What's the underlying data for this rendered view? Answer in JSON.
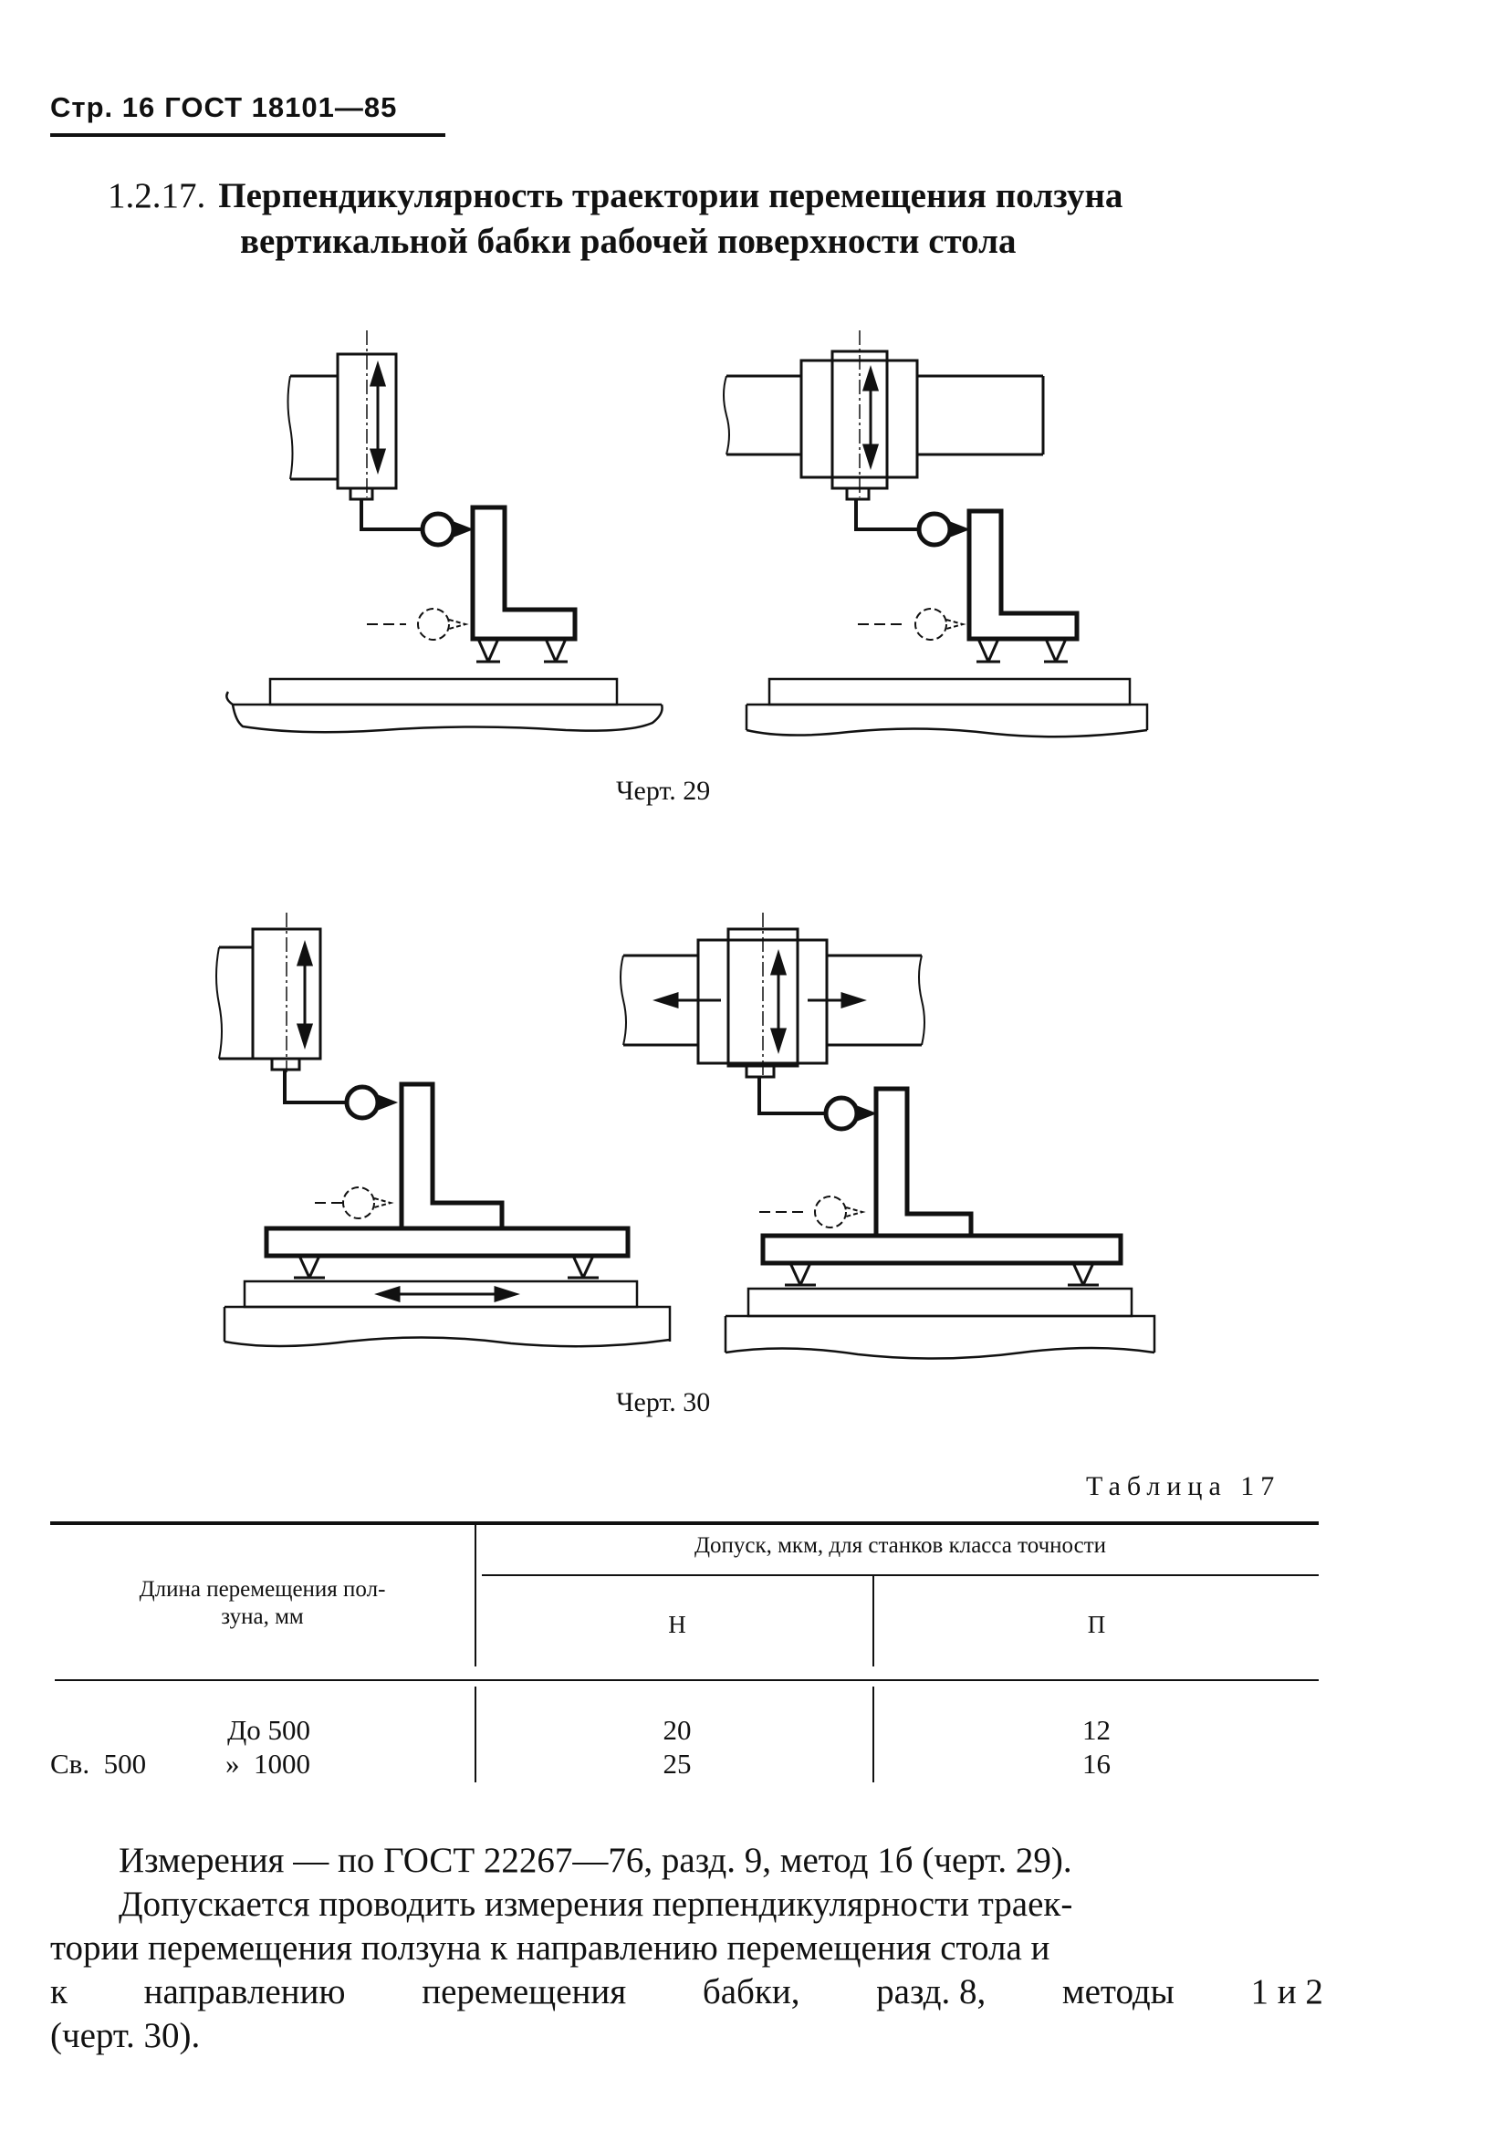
{
  "header": {
    "page_label": "Стр. 16",
    "standard": "ГОСТ 18101—85"
  },
  "section": {
    "number": "1.2.17.",
    "title_line1": "Перпендикулярность  траектории перемещения ползуна",
    "title_line2": "вертикальной бабки рабочей поверхности стола"
  },
  "figures": {
    "fig29_caption": "Черт. 29",
    "fig30_caption": "Черт. 30"
  },
  "table": {
    "caption": "Таблица 17",
    "col1_header_line1": "Длина перемещения пол-",
    "col1_header_line2": "зуна, мм",
    "group_header": "Допуск, мкм, для станков класса точности",
    "class_h": "Н",
    "class_p": "П",
    "rows": [
      {
        "prefix": "",
        "length": "До 500",
        "h": "20",
        "p": "12"
      },
      {
        "prefix": "Св.  500",
        "length": "»  1000",
        "h": "25",
        "p": "16"
      }
    ]
  },
  "body": {
    "p1": "Измерения — по ГОСТ 22267—76, разд. 9, метод 1б (черт. 29).",
    "p2_line1": "Допускается проводить измерения перпендикулярности траек-",
    "p2_line2": "тории перемещения ползуна к направлению перемещения стола и",
    "p2_line3_words": [
      "к",
      "направлению",
      "перемещения",
      "бабки,",
      "разд. 8,",
      "методы",
      "1 и 2"
    ],
    "p2_line4": "(черт. 30)."
  }
}
